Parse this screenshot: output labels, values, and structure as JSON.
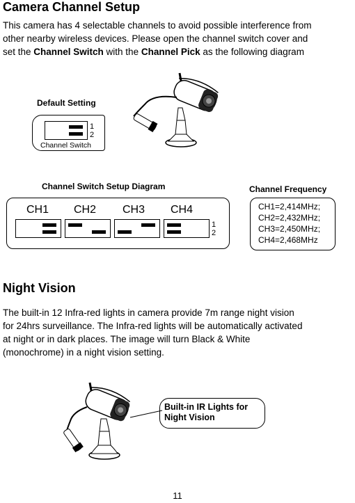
{
  "camera_section": {
    "title": "Camera Channel Setup",
    "para_line1": "This camera has 4 selectable channels to avoid possible interference from",
    "para_line2": "other nearby wireless devices. Please open the channel switch cover and",
    "para_line3_a": "set the ",
    "para_line3_b": "Channel Switch",
    "para_line3_c": " with the ",
    "para_line3_d": "Channel Pick",
    "para_line3_e": " as the following diagram"
  },
  "default_setting": {
    "label": "Default Setting",
    "digit1": "1",
    "digit2": "2",
    "switch_label": "Channel Switch"
  },
  "setup_diagram": {
    "title": "Channel Switch Setup Diagram",
    "channels": [
      "CH1",
      "CH2",
      "CH3",
      "CH4"
    ],
    "digit1": "1",
    "digit2": "2"
  },
  "frequency": {
    "title": "Channel Frequency",
    "lines": [
      "CH1=2,414MHz;",
      "CH2=2,432MHz;",
      "CH3=2,450MHz;",
      "CH4=2,468MHz"
    ]
  },
  "night_section": {
    "title": "Night Vision",
    "lines": [
      "The built-in 12 Infra-red lights in camera provide 7m range night vision",
      "for 24hrs surveillance. The Infra-red lights will be automatically activated",
      "at night or in dark places. The image will turn Black & White",
      "(monochrome) in a night vision setting."
    ],
    "callout_line1": "Built-in IR Lights for",
    "callout_line2": "Night Vision"
  },
  "page_number": "11"
}
